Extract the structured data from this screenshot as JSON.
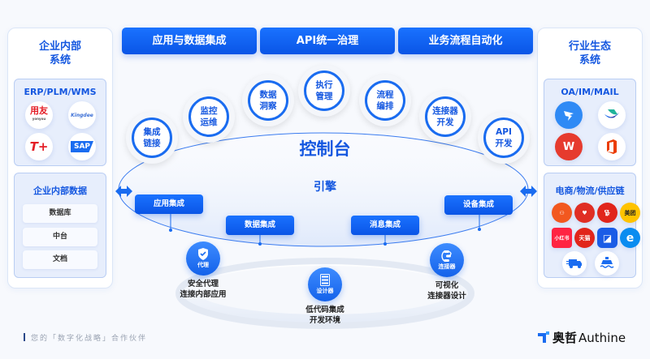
{
  "top_buttons": [
    "应用与数据集成",
    "API统一治理",
    "业务流程自动化"
  ],
  "left_panel": {
    "title_line1": "企业内部",
    "title_line2": "系统",
    "erp_group": {
      "title": "ERP/PLM/WMS",
      "logos": [
        {
          "name": "yonyou-logo",
          "text": "用友",
          "sub": "yonyou",
          "color": "#e41e26"
        },
        {
          "name": "kingdee-logo",
          "text": "Kingdee",
          "color": "#3b6fd6"
        },
        {
          "name": "tplus-logo",
          "text": "T+",
          "color": "#e41e26"
        },
        {
          "name": "sap-logo",
          "text": "SAP",
          "color": "#1a6cf0"
        }
      ]
    },
    "data_group": {
      "title": "企业内部数据",
      "items": [
        "数据库",
        "中台",
        "文档"
      ]
    }
  },
  "right_panel": {
    "title_line1": "行业生态",
    "title_line2": "系统",
    "oa_group": {
      "title": "OA/IM/MAIL",
      "logos": [
        {
          "name": "dingtalk-logo",
          "bg": "#2f8af5"
        },
        {
          "name": "lark-logo",
          "bg": "#ffffff"
        },
        {
          "name": "wps-logo",
          "text": "W",
          "bg": "#e63b2e"
        },
        {
          "name": "office-logo",
          "bg": "#ffffff"
        }
      ]
    },
    "ecom_group": {
      "title": "电商/物流/供应链",
      "logos": [
        {
          "name": "kuaishou-logo",
          "text": "",
          "bg": "#f2581f"
        },
        {
          "name": "pinduoduo-logo",
          "text": "",
          "bg": "#e02e24"
        },
        {
          "name": "jd-logo",
          "text": "",
          "bg": "#e1251b"
        },
        {
          "name": "meituan-logo",
          "text": "美团",
          "bg": "#ffc300",
          "fg": "#222"
        },
        {
          "name": "xiaohongshu-logo",
          "text": "小红书",
          "bg": "#ff2442"
        },
        {
          "name": "tmall-logo",
          "text": "天猫",
          "bg": "#e1251b"
        },
        {
          "name": "weidian-logo",
          "text": "",
          "bg": "#1a5ce6"
        },
        {
          "name": "eleme-logo",
          "text": "e",
          "bg": "#0a8cf0"
        }
      ],
      "bottom_icons": [
        "truck",
        "ship"
      ]
    }
  },
  "capabilities": [
    {
      "line1": "集成",
      "line2": "链接"
    },
    {
      "line1": "监控",
      "line2": "运维"
    },
    {
      "line1": "数据",
      "line2": "洞察"
    },
    {
      "line1": "执行",
      "line2": "管理"
    },
    {
      "line1": "流程",
      "line2": "编排"
    },
    {
      "line1": "连接器",
      "line2": "开发"
    },
    {
      "line1": "API",
      "line2": "开发"
    }
  ],
  "console_title": "控制台",
  "engine_title": "引擎",
  "integrations": [
    "应用集成",
    "数据集成",
    "消息集成",
    "设备集成"
  ],
  "features": [
    {
      "icon_label": "代理",
      "line1": "安全代理",
      "line2": "连接内部应用"
    },
    {
      "icon_label": "设计器",
      "line1": "低代码集成",
      "line2": "开发环境"
    },
    {
      "icon_label": "连接器",
      "line1": "可视化",
      "line2": "连接器设计"
    }
  ],
  "footer": {
    "slogan": "您的「数字化战略」合作伙伴",
    "brand_cn": "奥哲",
    "brand_en": "Authine"
  },
  "colors": {
    "primary": "#1a6cf0",
    "title_blue": "#1457e0"
  }
}
